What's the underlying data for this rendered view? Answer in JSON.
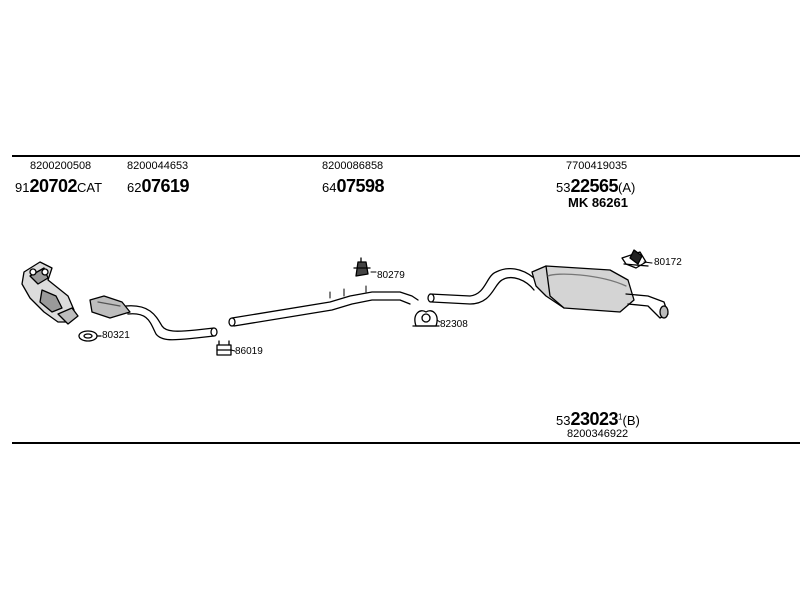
{
  "groups": [
    {
      "oem": "8200200508",
      "prefix": "91",
      "main": "20702",
      "suffix": "CAT"
    },
    {
      "oem": "8200044653",
      "prefix": "62",
      "main": "07619",
      "suffix": ""
    },
    {
      "oem": "8200086858",
      "prefix": "64",
      "main": "07598",
      "suffix": ""
    },
    {
      "oem": "7700419035",
      "prefix": "53",
      "main": "22565",
      "suffix": "(A)",
      "mk": "MK  86261"
    }
  ],
  "bottom": {
    "prefix": "53",
    "main": "23023",
    "sup": "1",
    "suffix": "(B)",
    "oem": "8200346922"
  },
  "accessories": [
    {
      "number": "80321"
    },
    {
      "number": "86019"
    },
    {
      "number": "80279"
    },
    {
      "number": "82308"
    },
    {
      "number": "80172"
    }
  ],
  "colors": {
    "line": "#000000",
    "part_fill": "#bdbdbd",
    "part_dark": "#6a6a6a",
    "background": "#ffffff"
  }
}
